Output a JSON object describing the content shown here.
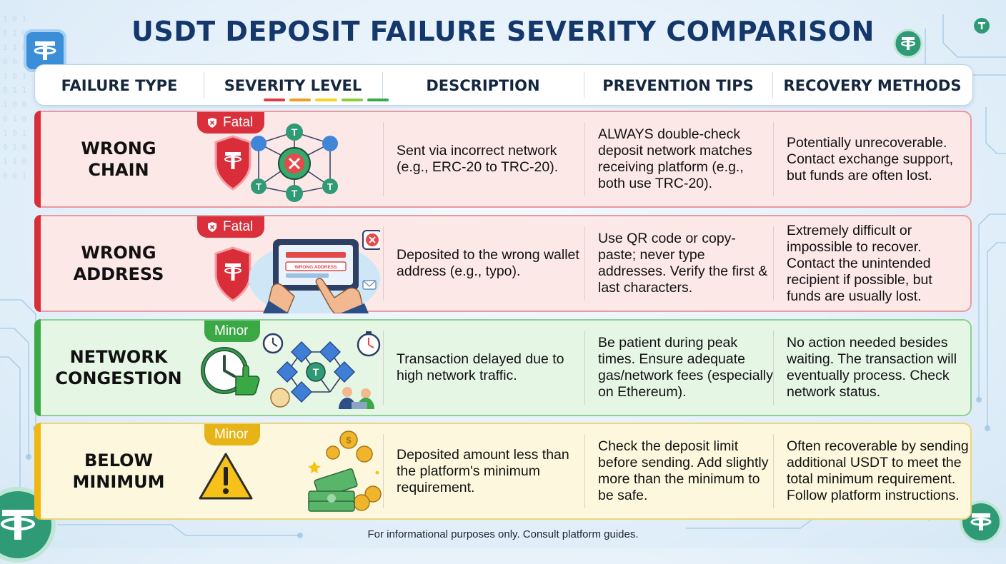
{
  "title": "USDT DEPOSIT FAILURE SEVERITY COMPARISON",
  "headers": {
    "failure_type": "FAILURE TYPE",
    "severity_level": "SEVERITY LEVEL",
    "description": "DESCRIPTION",
    "prevention": "PREVENTION TIPS",
    "recovery": "RECOVERY METHODS"
  },
  "severity_scale_colors": [
    "#e23b3b",
    "#f39a25",
    "#f5d22a",
    "#8ccd3e",
    "#38a84d"
  ],
  "rows": [
    {
      "type_line1": "WRONG",
      "type_line2": "CHAIN",
      "severity": "Fatal",
      "severity_color": "#d9303b",
      "description": "Sent via incorrect network (e.g., ERC-20 to TRC-20).",
      "prevention": "ALWAYS double-check deposit network matches receiving platform (e.g., both use TRC-20).",
      "recovery": "Potentially unrecoverable. Contact exchange support, but funds are often lost."
    },
    {
      "type_line1": "WRONG",
      "type_line2": "ADDRESS",
      "severity": "Fatal",
      "severity_color": "#d9303b",
      "screen_text": "WRONG ADDRESS",
      "description": "Deposited to the wrong wallet address (e.g., typo).",
      "prevention": "Use QR code or copy-paste; never type addresses. Verify the first & last characters.",
      "recovery": "Extremely difficult or impossible to recover. Contact the unintended recipient if possible, but funds are usually lost."
    },
    {
      "type_line1": "NETWORK",
      "type_line2": "CONGESTION",
      "severity": "Minor",
      "severity_color": "#3aa845",
      "description": "Transaction delayed due to high network traffic.",
      "prevention": "Be patient during peak times. Ensure adequate gas/network fees (especially on Ethereum).",
      "recovery": "No action needed besides waiting. The transaction will eventually process. Check network status."
    },
    {
      "type_line1": "BELOW",
      "type_line2": "MINIMUM",
      "severity": "Minor",
      "severity_color": "#e6b416",
      "description": "Deposited amount less than the platform's minimum requirement.",
      "prevention": "Check the deposit limit before sending. Add slightly more than the minimum to be safe.",
      "recovery": "Often recoverable by sending additional USDT to meet the total minimum requirement. Follow platform instructions."
    }
  ],
  "icons": [
    "tether-logo-icon",
    "shield-tether-icon",
    "blockchain-network-icon",
    "x-icon",
    "tablet-hands-icon",
    "clock-thumbs-up-icon",
    "warning-icon",
    "coins-cash-icon",
    "stopwatch-icon",
    "envelope-icon",
    "people-laptop-icon"
  ],
  "footer": "For informational purposes only. Consult platform guides."
}
